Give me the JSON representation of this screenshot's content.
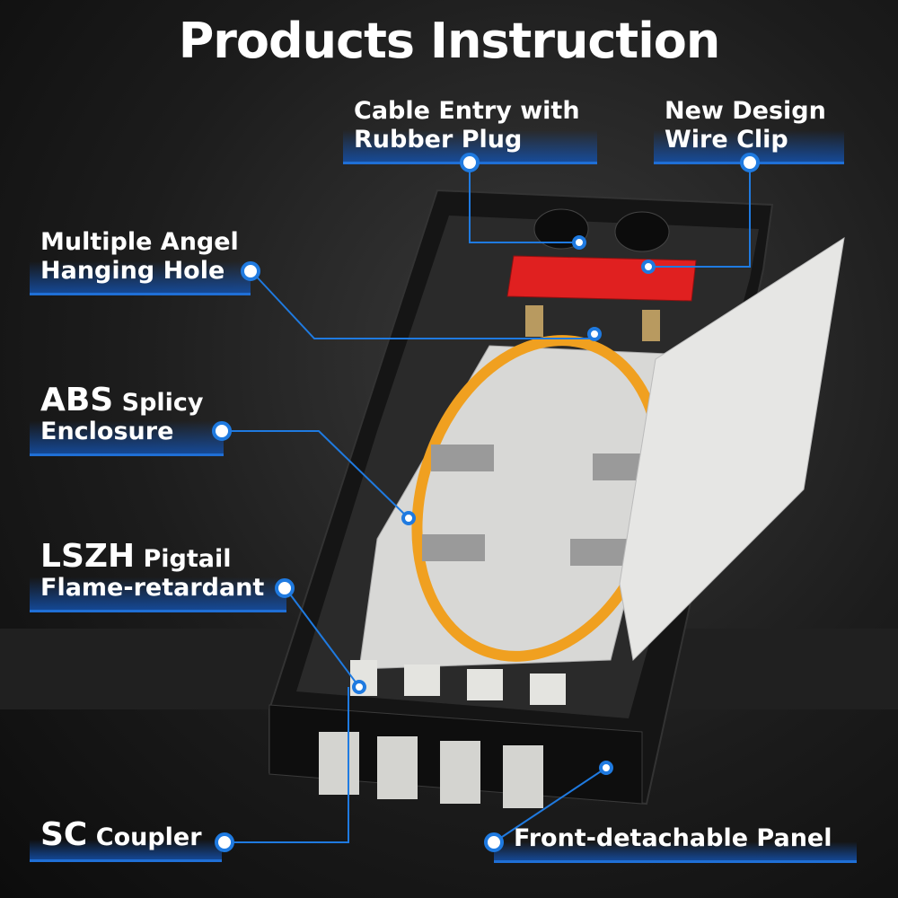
{
  "title": "Products Instruction",
  "labels": {
    "cable_entry": {
      "line1": "Cable Entry with",
      "line2": "Rubber Plug"
    },
    "wire_clip": {
      "line1": "New Design",
      "line2": "Wire Clip"
    },
    "hanging_hole": {
      "line1": "Multiple Angel",
      "line2": "Hanging Hole"
    },
    "abs": {
      "bold": "ABS",
      "rest": " Splicy",
      "line2": "Enclosure"
    },
    "lszh": {
      "bold": "LSZH",
      "rest": " Pigtail",
      "line2": "Flame-retardant"
    },
    "sc": {
      "bold": "SC",
      "rest": " Coupler"
    },
    "front_panel": {
      "text": "Front-detachable Panel"
    }
  },
  "colors": {
    "accent": "#1f7ae0",
    "clip": "#e02020",
    "fiber": "#f0a020"
  }
}
